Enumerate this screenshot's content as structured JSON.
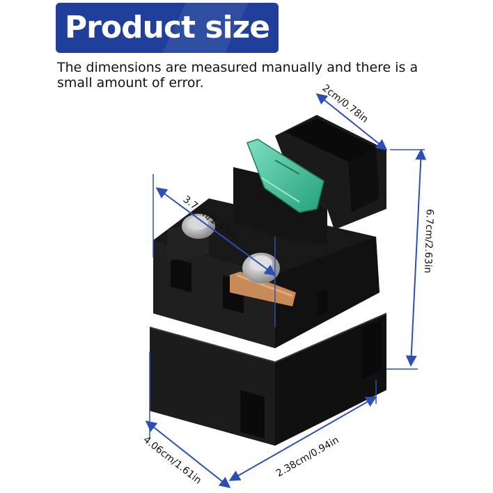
{
  "header": {
    "title": "Product size",
    "note": "The dimensions are measured manually and there is a small amount of error."
  },
  "dimensions": {
    "top_width": "2cm/0.78in",
    "diagonal": "3.7cm/1.45in",
    "height": "6.7cm/2.63in",
    "depth": "4.06cm/1.61in",
    "width": "2.38cm/0.94in"
  },
  "colors": {
    "banner": "#1f3f9a",
    "dimension_line": "#2b4fb5",
    "fuse": "#3fbf9a",
    "body": "#161616"
  }
}
